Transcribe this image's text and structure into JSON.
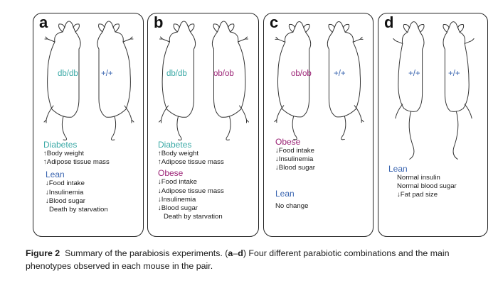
{
  "panels": [
    {
      "letter": "a",
      "left_mouse": {
        "genotype": "db/db",
        "color": "#3aa9a6"
      },
      "right_mouse": {
        "genotype": "+/+",
        "color": "#3a65b0"
      },
      "phenotypes": [
        {
          "heading": "Diabetes",
          "color": "#3aa9a6",
          "items": [
            {
              "arrow": "↑",
              "text": "Body weight"
            },
            {
              "arrow": "↑",
              "text": "Adipose tissue mass"
            }
          ]
        },
        {
          "heading": "Lean",
          "color": "#3a65b0",
          "items": [
            {
              "arrow": "↓",
              "text": "Food intake"
            },
            {
              "arrow": "↓",
              "text": "Insulinemia"
            },
            {
              "arrow": "↓",
              "text": "Blood sugar"
            },
            {
              "arrow": "",
              "text": "Death by starvation"
            }
          ]
        }
      ]
    },
    {
      "letter": "b",
      "left_mouse": {
        "genotype": "db/db",
        "color": "#3aa9a6"
      },
      "right_mouse": {
        "genotype": "ob/ob",
        "color": "#9b2376"
      },
      "phenotypes": [
        {
          "heading": "Diabetes",
          "color": "#3aa9a6",
          "items": [
            {
              "arrow": "↑",
              "text": "Body weight"
            },
            {
              "arrow": "↑",
              "text": "Adipose tissue mass"
            }
          ]
        },
        {
          "heading": "Obese",
          "color": "#9b2376",
          "items": [
            {
              "arrow": "↓",
              "text": "Food intake"
            },
            {
              "arrow": "↓",
              "text": "Adipose tissue mass"
            },
            {
              "arrow": "↓",
              "text": "Insulinemia"
            },
            {
              "arrow": "↓",
              "text": "Blood sugar"
            },
            {
              "arrow": "",
              "text": "Death by starvation"
            }
          ]
        }
      ]
    },
    {
      "letter": "c",
      "left_mouse": {
        "genotype": "ob/ob",
        "color": "#9b2376"
      },
      "right_mouse": {
        "genotype": "+/+",
        "color": "#3a65b0"
      },
      "phenotypes": [
        {
          "heading": "Obese",
          "color": "#9b2376",
          "items": [
            {
              "arrow": "↓",
              "text": "Food intake"
            },
            {
              "arrow": "↓",
              "text": "Insulinemia"
            },
            {
              "arrow": "↓",
              "text": "Blood sugar"
            }
          ]
        },
        {
          "heading": "Lean",
          "color": "#3a65b0",
          "items": [
            {
              "arrow": "",
              "text": "No change"
            }
          ]
        }
      ]
    },
    {
      "letter": "d",
      "left_mouse": {
        "genotype": "+/+",
        "color": "#3a65b0"
      },
      "right_mouse": {
        "genotype": "+/+",
        "color": "#3a65b0"
      },
      "phenotypes": [
        {
          "heading": "Lean",
          "color": "#3a65b0",
          "items": [
            {
              "arrow": "",
              "text": "Normal insulin"
            },
            {
              "arrow": "",
              "text": "Normal blood sugar"
            },
            {
              "arrow": "↓",
              "text": "Fat pad size"
            }
          ]
        }
      ]
    }
  ],
  "caption": {
    "label": "Figure 2",
    "text_1": "Summary of the parabiosis experiments. (",
    "range_start": "a",
    "dash": "–",
    "range_end": "d",
    "text_2": ") Four different parabiotic combinations and the main phenotypes observed in each mouse in the pair."
  }
}
